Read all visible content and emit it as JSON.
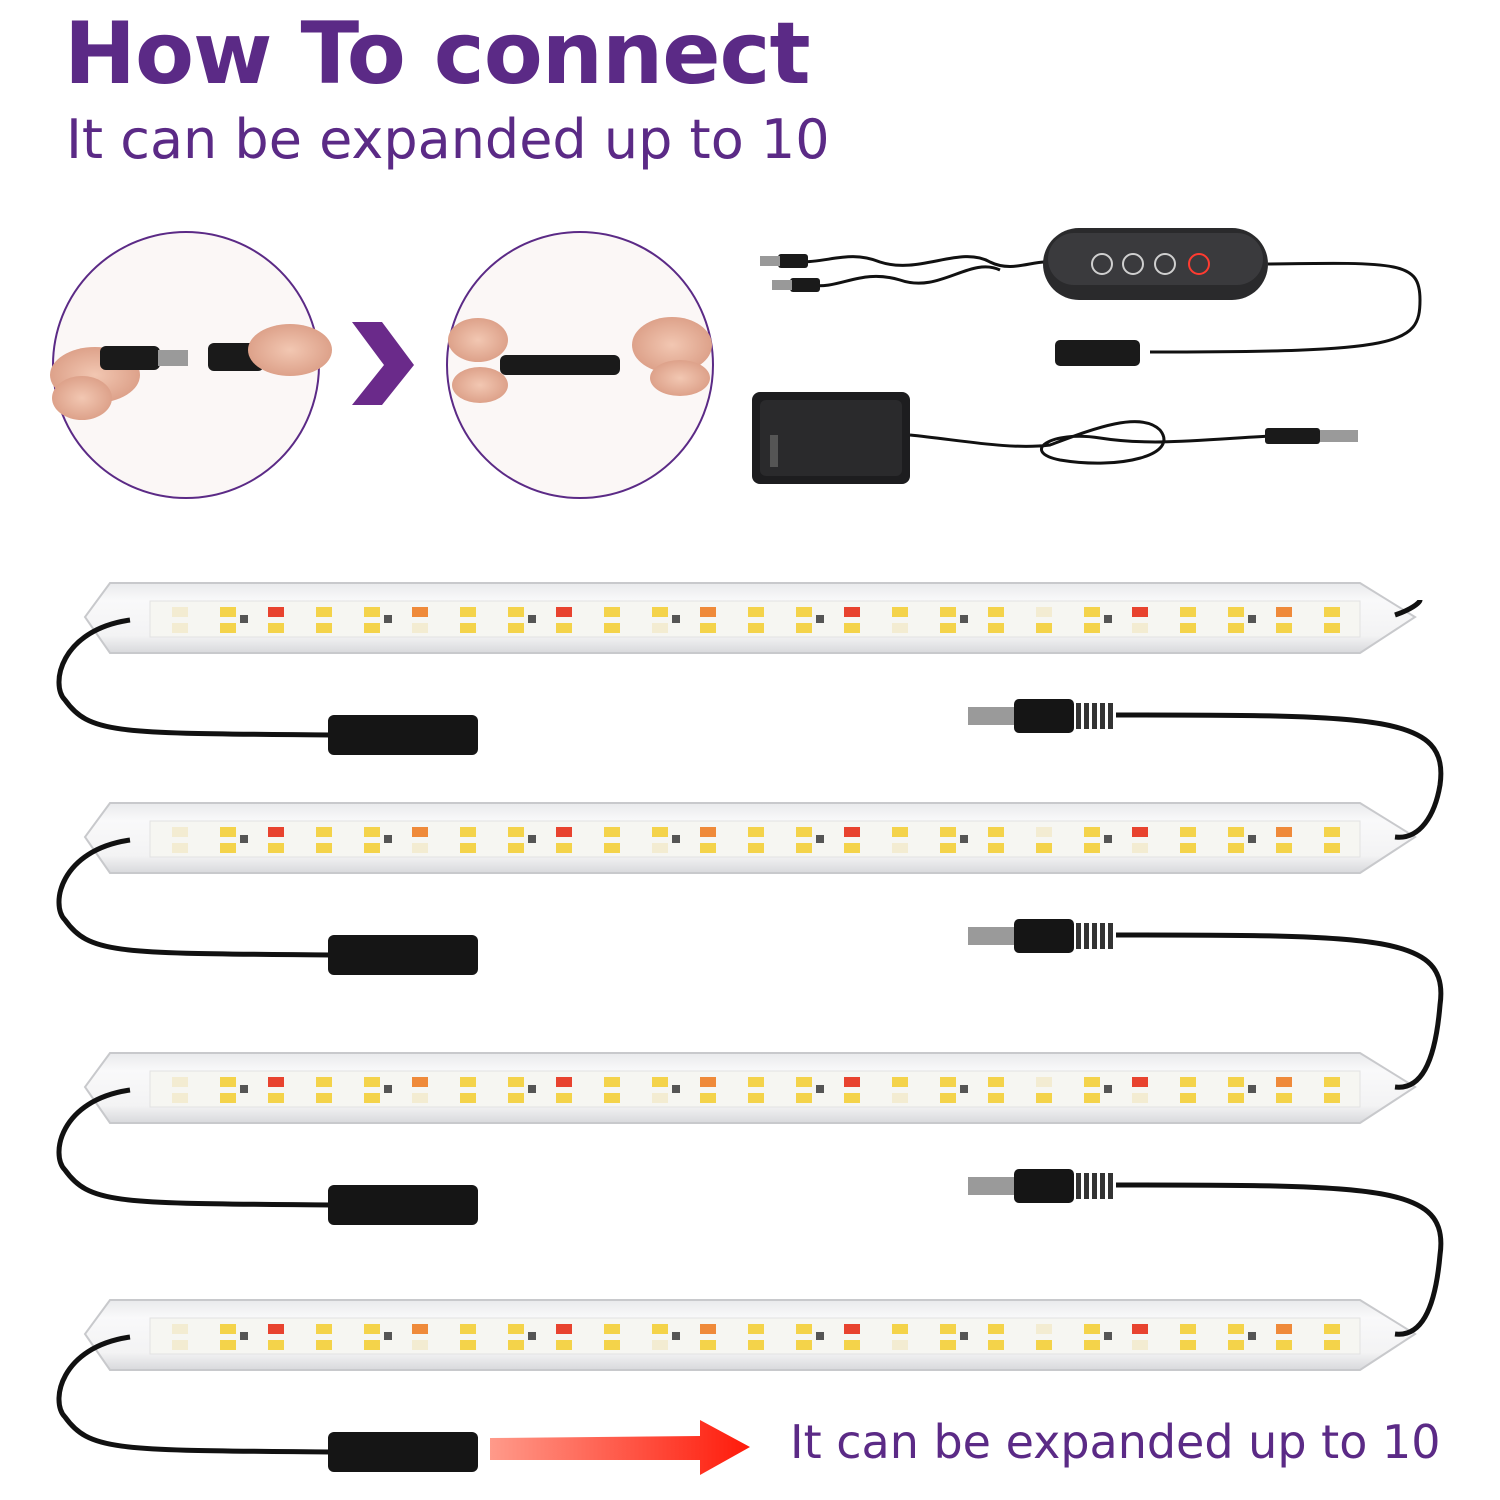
{
  "header": {
    "title": "How To connect",
    "subtitle": "It can be expanded up to 10"
  },
  "footer": {
    "caption": "It can be expanded up to 10"
  },
  "colors": {
    "brand_purple": "#5b2a86",
    "arrow_red": "#ff2a1a",
    "cable_black": "#111111",
    "led_white": "#f3ecd2",
    "led_yellow": "#f4d34a",
    "led_red": "#e8432f",
    "led_orange": "#ef8a3a"
  },
  "icons": {
    "chevron": "chevron-right-icon",
    "controller_buttons": [
      "plus-icon",
      "cycle-icon",
      "timer-icon",
      "power-icon"
    ]
  },
  "strips": {
    "count_shown": 4
  }
}
